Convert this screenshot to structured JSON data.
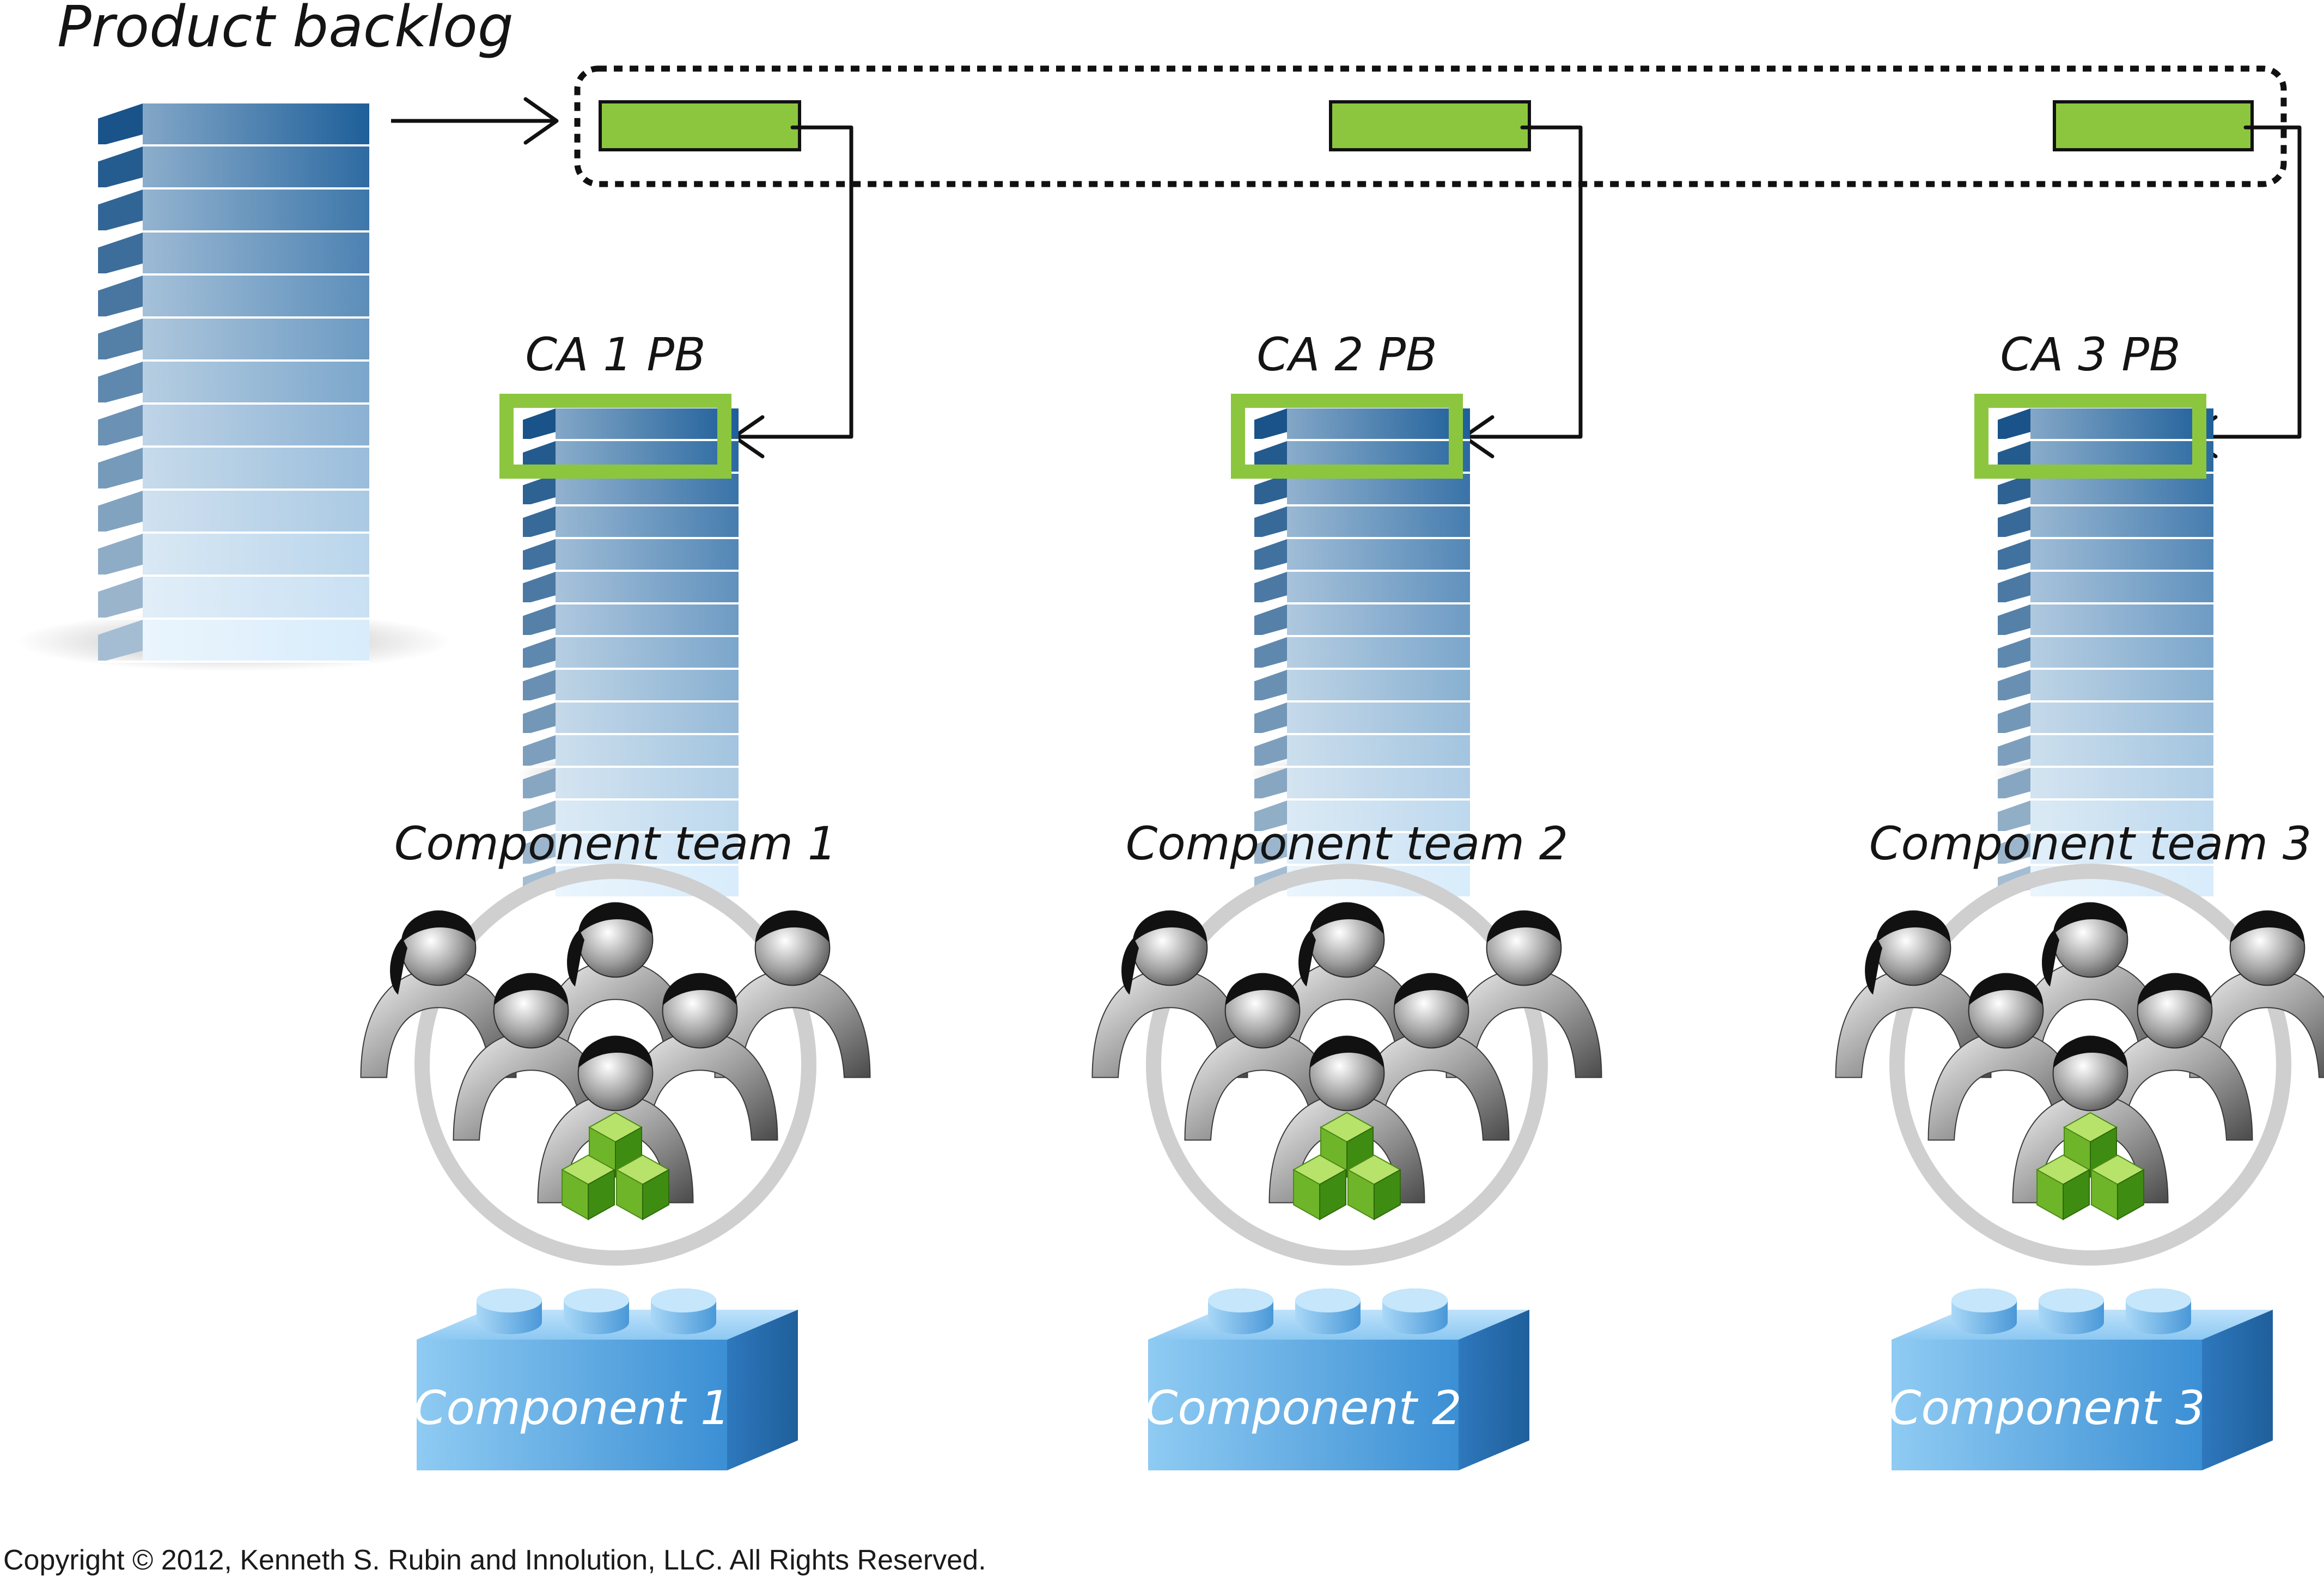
{
  "title": "Product backlog",
  "colors": {
    "item_green": "#8cc63f",
    "arrow": "#111111",
    "ring": "#cfcfcf",
    "backlog_dark": "#1e5f9a",
    "backlog_light": "#d8ecfb",
    "component_blue": "#3a8fd4"
  },
  "areas": [
    {
      "backlog_label": "CA 1 PB",
      "team_label": "Component team 1",
      "component_label": "Component 1"
    },
    {
      "backlog_label": "CA 2 PB",
      "team_label": "Component team 2",
      "component_label": "Component 2"
    },
    {
      "backlog_label": "CA 3 PB",
      "team_label": "Component team 3",
      "component_label": "Component 3"
    }
  ],
  "icons": [
    "backlog-stack-icon",
    "team-people-icon",
    "green-blocks-icon",
    "component-brick-icon"
  ],
  "copyright": "Copyright © 2012, Kenneth S. Rubin and Innolution, LLC. All Rights Reserved."
}
